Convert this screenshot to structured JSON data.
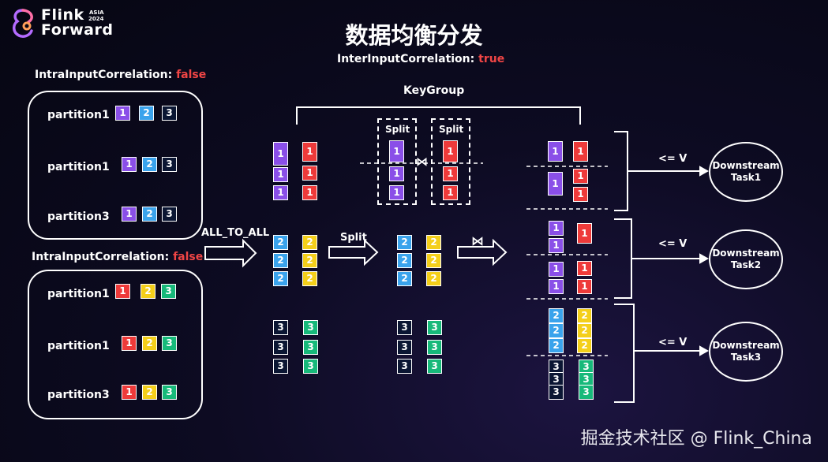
{
  "logo": {
    "line1": "Flink",
    "line2": "Forward",
    "badge_line1": "ASIA",
    "badge_line2": "2024"
  },
  "title": "数据均衡分发",
  "inter_corr": {
    "label": "InterInputCorrelation:",
    "value": "true"
  },
  "intra_corr_top": {
    "label": "IntraInputCorrelation:",
    "value": "false"
  },
  "intra_corr_bottom": {
    "label": "IntraInputCorrelation:",
    "value": "false"
  },
  "input1": {
    "partitions": [
      "partition1",
      "partition1",
      "partition3"
    ],
    "cells": [
      "1",
      "2",
      "3"
    ]
  },
  "input2": {
    "partitions": [
      "partition1",
      "partition1",
      "partition3"
    ],
    "cells": [
      "1",
      "2",
      "3"
    ]
  },
  "labels": {
    "all_to_all": "ALL_TO_ALL",
    "split": "Split",
    "keygroup": "KeyGroup",
    "split_box_1": "Split",
    "split_box_2": "Split",
    "join_symbol": "⋈",
    "join_symbol_mid": "⋈"
  },
  "keygroups": [
    "1",
    "2",
    "3"
  ],
  "downstream": [
    {
      "line1": "Downstream",
      "line2": "Task1",
      "cond": "<= V"
    },
    {
      "line1": "Downstream",
      "line2": "Task2",
      "cond": "<= V"
    },
    {
      "line1": "Downstream",
      "line2": "Task3",
      "cond": "<= V"
    }
  ],
  "watermark": "掘金技术社区 @ Flink_China",
  "colors": {
    "purple": "#8a4fe8",
    "blue": "#3aa3ec",
    "navy": "#0b1633",
    "red": "#ee3a3a",
    "yellow": "#f4cf1a",
    "green": "#17b97a",
    "accent_red": "#f04545"
  }
}
